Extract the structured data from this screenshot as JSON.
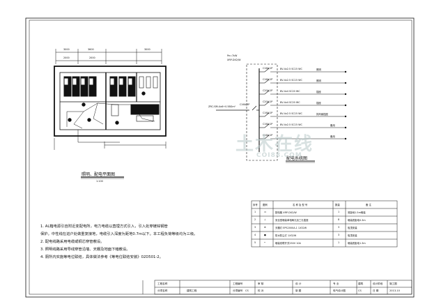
{
  "plan": {
    "title": "照明、配电平面图",
    "scale": "1:100",
    "dims_top": [
      "3000",
      "3600",
      "3000"
    ],
    "dims_bottom": [
      "2000",
      "2000"
    ]
  },
  "system": {
    "title": "配电系统图",
    "panel": "XRP-DX2/W",
    "incoming_label": "ZRC-YJM-4x6+0.5BGm²",
    "panel_spec": "Pe=7kW",
    "breaker": "C16A/3P",
    "circuits": [
      {
        "cb": "C16A/1P",
        "cable": "BV-4x2.5 SC15 WC",
        "load": "照明"
      },
      {
        "cb": "C16A/1P",
        "cable": "BV-4x2.5 SC15 WC",
        "load": "照明"
      },
      {
        "cb": "C20A/1P",
        "cable": "BV-4x4 SC20 WC",
        "load": "插座"
      },
      {
        "cb": "C20A/1P",
        "cable": "BV-4x4 SC20 WC",
        "load": "插座"
      },
      {
        "cb": "C16A/1P",
        "cable": "BV-4x2.5 SC15 WC",
        "load": "排风扇插座"
      },
      {
        "cb": "C16A/1P",
        "cable": "BV-4x2.5 SC15 WC",
        "load": "备用"
      },
      {
        "cb": "C16A/1P",
        "cable": "",
        "load": "备用"
      }
    ]
  },
  "legend": {
    "headers": [
      "序号",
      "图例",
      "名 称 及 型 号",
      "数量",
      "备 注"
    ],
    "rows": [
      [
        "1",
        "▭",
        "配电箱    XRP-DX2/W",
        "1",
        "底距地1.5m暗装"
      ],
      [
        "2",
        "⊥",
        "安全型暗装单相两孔加三孔插座",
        "8",
        "暗装底距地0.3m"
      ],
      [
        "3",
        "⊗",
        "天棚灯    EPS2000A-1  1X32W",
        "3",
        "吸顶安装"
      ],
      [
        "4",
        "●",
        "防水防尘灯          1X32W",
        "3",
        "吸顶安装"
      ],
      [
        "5",
        "•",
        "暗装双联开关250V   10A",
        "1",
        "暗装底距地1.3m"
      ]
    ]
  },
  "notes": [
    "1. AL箱电源引自附近变配电所，电力电缆以直埋方式引入，引入处穿镀锌钢管",
    "    保护。中性线在进户处做重复接地，电缆引入深度为距地0.7m以下。本工程负荷等级均为三级。",
    "2. 配电线路采用电缆或铜芯穿管敷设。",
    "3. 照明线路采用导线穿管沿墙、天棚及地面下暗敷设。",
    "4. 厕所内实施等电位联结，具体做法参考《等电位联结安装》02D501-2。"
  ],
  "title_block": {
    "row1": [
      "工程名称",
      "工程编号",
      "审 核",
      "设 计",
      "专 业",
      "建筑",
      "设计阶段",
      "施工图"
    ],
    "row2": [
      "分项名称",
      "建筑工程",
      "分项编号",
      "CS",
      "校 对",
      "制 图",
      "电气设计图",
      "CS",
      "日 期",
      "2013.10"
    ]
  },
  "watermark": {
    "text": "土木在线",
    "sub": "COI88.COM"
  }
}
